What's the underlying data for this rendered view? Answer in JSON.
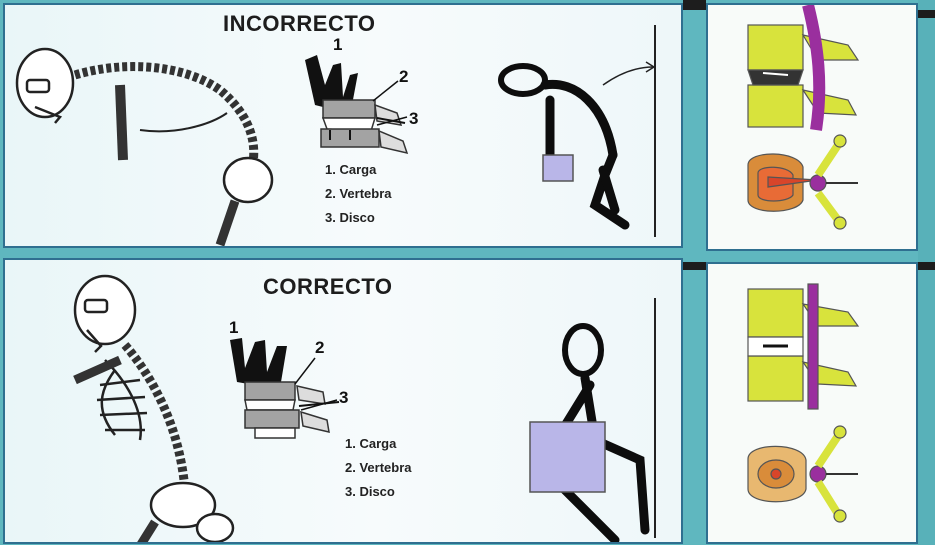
{
  "top_panel": {
    "title": "INCORRECTO",
    "markers": [
      "1",
      "2",
      "3"
    ],
    "legend": [
      "1. Carga",
      "2. Vertebra",
      "3. Disco"
    ]
  },
  "bottom_panel": {
    "title": "CORRECTO",
    "markers": [
      "1",
      "2",
      "3"
    ],
    "legend": [
      "1. Carga",
      "2. Vertebra",
      "3. Disco"
    ]
  },
  "colors": {
    "background_teal": "#5fb7bf",
    "panel_border": "#2f6f90",
    "load_box": "#b9b6e8",
    "vertebra_yellow": "#d8e33c",
    "spinal_cord_purple": "#9a2f9e",
    "disc_red": "#d8452a"
  }
}
